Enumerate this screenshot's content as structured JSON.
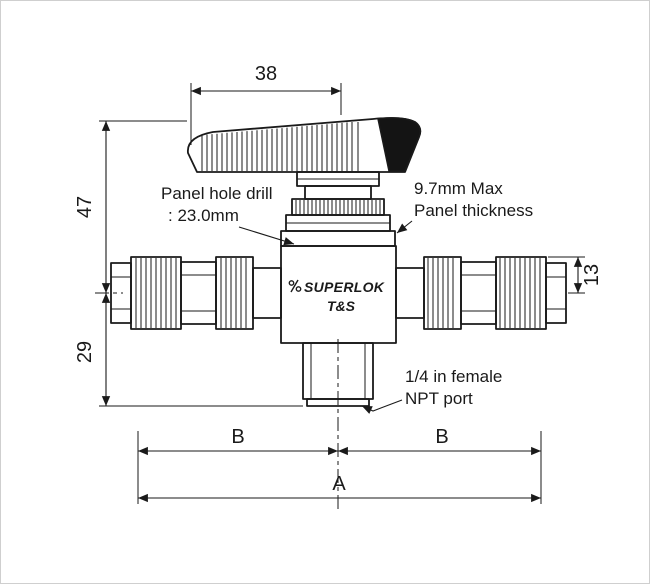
{
  "brand": {
    "name": "SUPERLOK",
    "series": "T&S"
  },
  "dims": {
    "d38": "38",
    "d47": "47",
    "d29": "29",
    "d13": "13",
    "b_left": "B",
    "b_right": "B",
    "a_total": "A"
  },
  "notes": {
    "hole1": "Panel hole drill",
    "hole2": ": 23.0mm",
    "thick1": "9.7mm Max",
    "thick2": "Panel thickness",
    "npt1": "1/4 in female",
    "npt2": "NPT port"
  },
  "colors": {
    "line": "#1a1a1a",
    "background": "#ffffff",
    "handle_fill": "#141414"
  }
}
